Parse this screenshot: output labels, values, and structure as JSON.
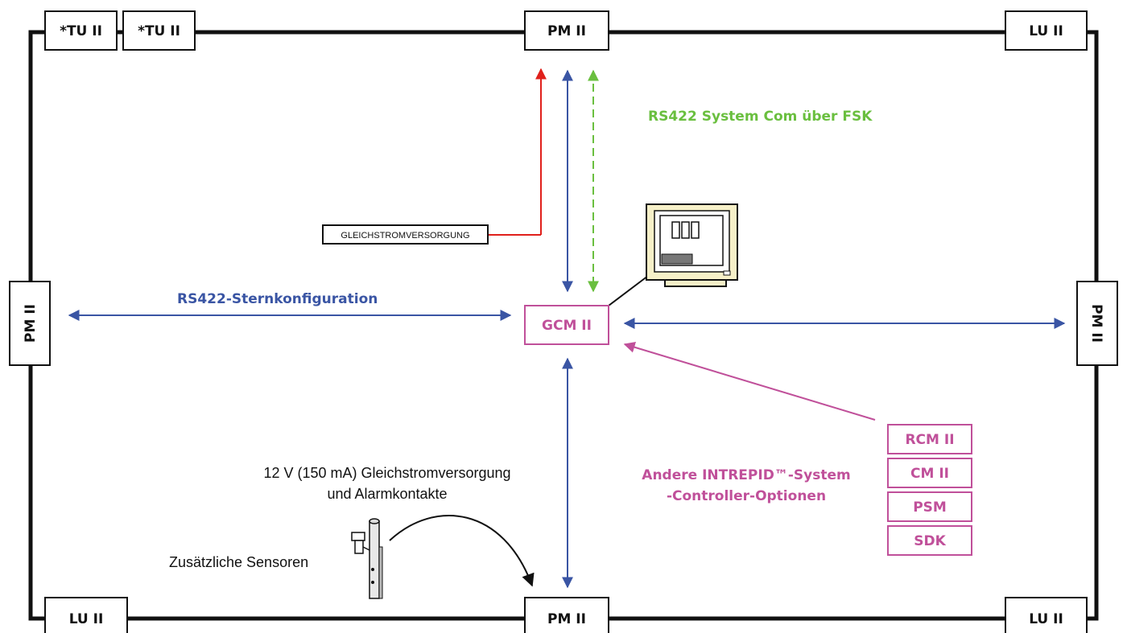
{
  "nodes": {
    "tu_left_1": "*TU II",
    "tu_left_2": "*TU II",
    "pm_top": "PM II",
    "lu_top_right": "LU II",
    "pm_left": "PM II",
    "pm_right": "PM II",
    "lu_bottom_left": "LU II",
    "pm_bottom": "PM II",
    "lu_bottom_right": "LU II",
    "gcm": "GCM II",
    "power_supply": "GLEICHSTROMVERSORGUNG"
  },
  "options": [
    "RCM II",
    "CM II",
    "PSM",
    "SDK"
  ],
  "labels": {
    "rs422_star": "RS422-Sternkonfiguration",
    "rs422_fsk": "RS422 System Com über FSK",
    "other_controllers_1": "Andere INTREPID™-System",
    "other_controllers_2": "-Controller-Optionen",
    "power_alarm_1": "12 V (150 mA) Gleichstromversorgung",
    "power_alarm_2": "und Alarmkontakte",
    "extra_sensors": "Zusätzliche Sensoren"
  },
  "colors": {
    "blue": "#3a55a4",
    "green": "#6abf3f",
    "red": "#e0201b",
    "pink": "#c0509a",
    "black": "#111111"
  },
  "icons": {
    "computer": "computer-monitor-icon",
    "sensor": "sensor-post-icon"
  }
}
